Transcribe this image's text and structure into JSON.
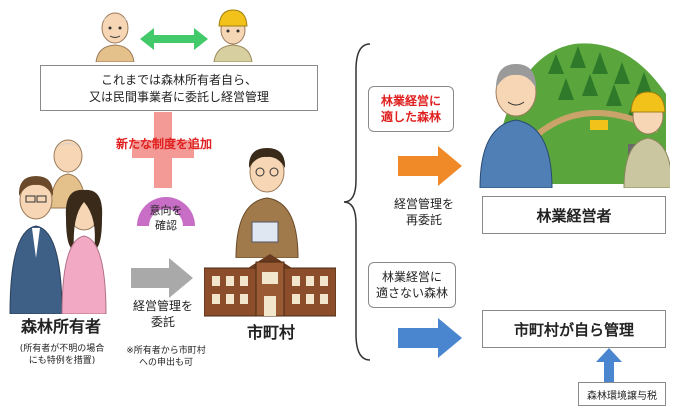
{
  "top_box": {
    "line1": "これまでは森林所有者自ら、",
    "line2": "又は民間事業者に委託し経営管理"
  },
  "new_system_label": "新たな制度を追加",
  "intent_label": "意向を\n確認",
  "owner": {
    "label": "森林所有者",
    "note": "(所有者が不明の場合\nにも特例を措置)"
  },
  "consign_label": "経営管理を\n委託",
  "consign_note": "※所有者から市町村\nへの申出も可",
  "municipality_label": "市町村",
  "suitable_box": "林業経営に\n適した森林",
  "reconsign_label": "経営管理を\n再委託",
  "forestry_operator_box": "林業経営者",
  "unsuitable_box": "林業経営に\n適さない森林",
  "self_manage_box": "市町村が自ら管理",
  "tax_box": "森林環境譲与税",
  "icons": {
    "double_arrow": "left-right-arrow-icon",
    "cross": "plus-cross-icon",
    "gauge": "half-gauge-icon"
  },
  "colors": {
    "orange": "#f08a28",
    "blue": "#4a86cf",
    "green": "#41c96a",
    "red_cross": "#f39a96",
    "gray_arrow": "#a9a9a9",
    "purple": "#c86ec6"
  }
}
